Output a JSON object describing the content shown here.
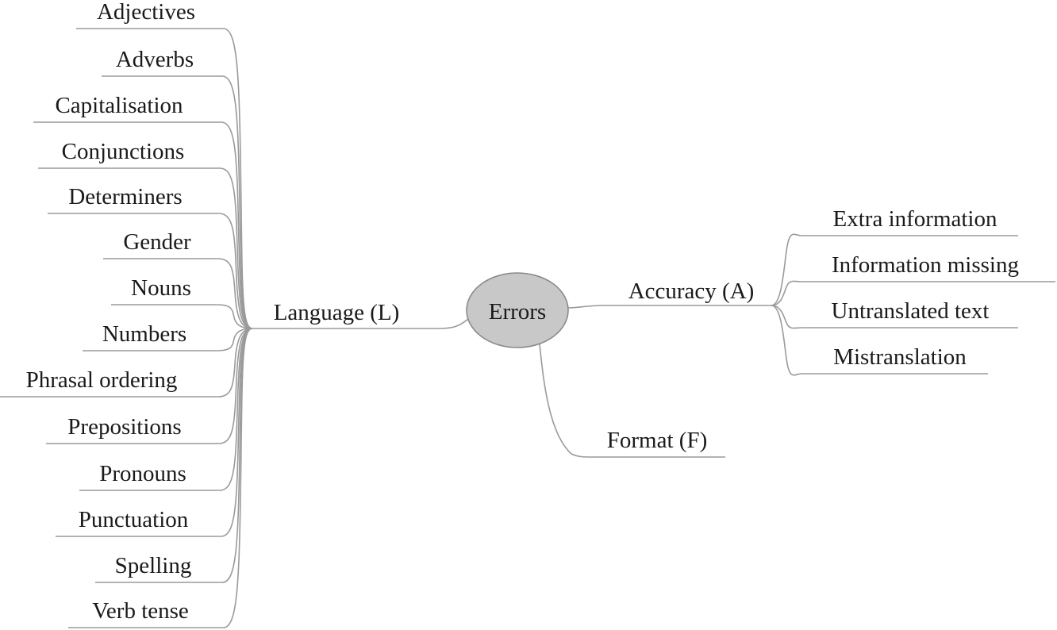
{
  "root": {
    "label": "Errors"
  },
  "branches": [
    {
      "id": "language",
      "label": "Language (L)",
      "children": [
        "Adjectives",
        "Adverbs",
        "Capitalisation",
        "Conjunctions",
        "Determiners",
        "Gender",
        "Nouns",
        "Numbers",
        "Phrasal ordering",
        "Prepositions",
        "Pronouns",
        "Punctuation",
        "Spelling",
        "Verb tense"
      ]
    },
    {
      "id": "accuracy",
      "label": "Accuracy (A)",
      "children": [
        "Extra information",
        "Information missing",
        "Untranslated text",
        "Mistranslation"
      ]
    },
    {
      "id": "format",
      "label": "Format (F)",
      "children": []
    }
  ],
  "colors": {
    "root_fill": "#c8c8c8",
    "line": "#9a9a9a",
    "text": "#1a1a1a"
  }
}
